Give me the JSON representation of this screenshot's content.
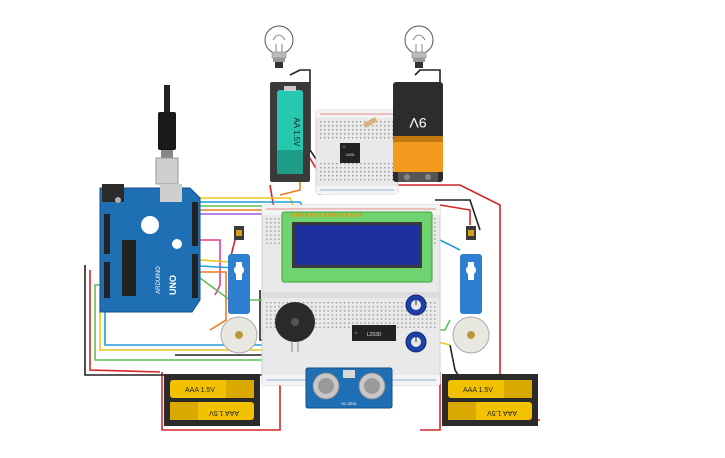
{
  "circuit": {
    "battery_9v_label": "9V",
    "aa_battery_label": "AA 1.5V",
    "aaa_left": {
      "top_label": "AAA 1.5V",
      "bottom_label": "AAA 1.5V"
    },
    "aaa_right": {
      "top_label": "AAA 1.5V",
      "bottom_label": "AAA 1.5V"
    },
    "arduino_model_label": "UNO",
    "arduino_brand_label": "ARDUINO",
    "ic_top_label": "L293D",
    "ic_bottom_label": "LM35",
    "ultrasonic_label": "HC-SR04"
  },
  "colors": {
    "arduino": "#1f6fb5",
    "breadboard": "#e9e9e9",
    "lcd_frame": "#6fd36f",
    "lcd_screen": "#1c2f9e",
    "battery_9v_body": "#f39a1f",
    "aa_body": "#28c8b0",
    "aaa_body": "#f2c200",
    "servo": "#2f7fd0",
    "ultrasonic": "#1f6fb5",
    "wire_red": "#d4252a",
    "wire_black": "#222222"
  }
}
